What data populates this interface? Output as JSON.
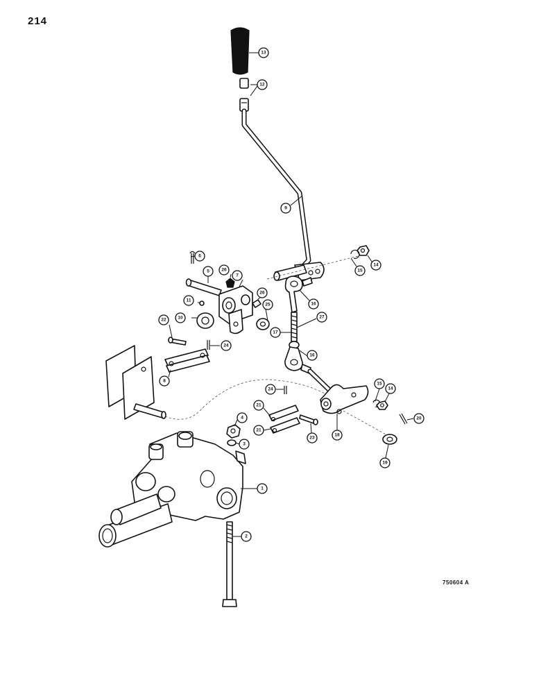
{
  "page": {
    "number": "214",
    "figure_code": "750604 A"
  },
  "callouts": [
    {
      "id": "c13",
      "label": "13"
    },
    {
      "id": "c12",
      "label": "12"
    },
    {
      "id": "c9a",
      "label": "9"
    },
    {
      "id": "c6",
      "label": "6"
    },
    {
      "id": "c5",
      "label": "5"
    },
    {
      "id": "c26a",
      "label": "26"
    },
    {
      "id": "c7",
      "label": "7"
    },
    {
      "id": "c26b",
      "label": "26"
    },
    {
      "id": "c25",
      "label": "25"
    },
    {
      "id": "c11",
      "label": "11"
    },
    {
      "id": "c10",
      "label": "10"
    },
    {
      "id": "c22",
      "label": "22"
    },
    {
      "id": "c24a",
      "label": "24"
    },
    {
      "id": "c8",
      "label": "8"
    },
    {
      "id": "c15a",
      "label": "15"
    },
    {
      "id": "c14a",
      "label": "14"
    },
    {
      "id": "c16a",
      "label": "16"
    },
    {
      "id": "c27",
      "label": "27"
    },
    {
      "id": "c17",
      "label": "17"
    },
    {
      "id": "c16b",
      "label": "16"
    },
    {
      "id": "c24b",
      "label": "24"
    },
    {
      "id": "c15b",
      "label": "15"
    },
    {
      "id": "c14b",
      "label": "14"
    },
    {
      "id": "c20",
      "label": "20"
    },
    {
      "id": "c21a",
      "label": "21"
    },
    {
      "id": "c21b",
      "label": "21"
    },
    {
      "id": "c23",
      "label": "23"
    },
    {
      "id": "c18",
      "label": "18"
    },
    {
      "id": "c19",
      "label": "19"
    },
    {
      "id": "c4",
      "label": "4"
    },
    {
      "id": "c3",
      "label": "3"
    },
    {
      "id": "c1",
      "label": "1"
    },
    {
      "id": "c2",
      "label": "2"
    }
  ]
}
